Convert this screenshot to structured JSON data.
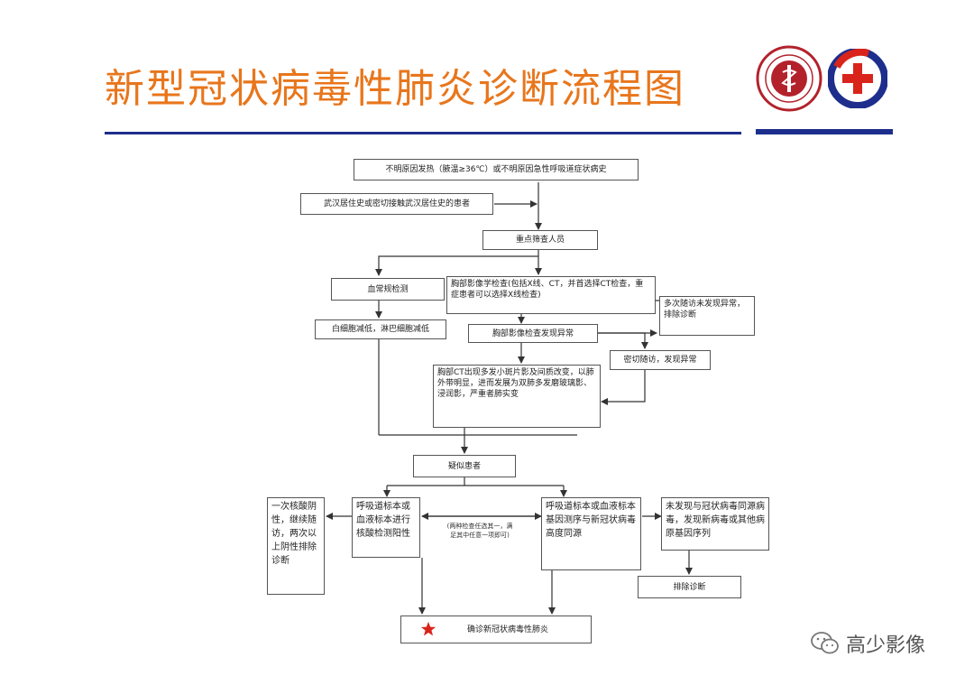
{
  "title": "新型冠状病毒性肺炎诊断流程图",
  "colors": {
    "title": "#e8761c",
    "rule": "#1d2e8c",
    "seal": "#b3222b",
    "mark_red": "#d9241b",
    "mark_blue": "#1d2e8c",
    "star": "#d9241b"
  },
  "logos": {
    "seal": "university-seal-icon",
    "mark": "hospital-mark-icon"
  },
  "flow": {
    "n_fever": "不明原因发热（腋温≥36℃）或不明原因急性呼吸道症状病史",
    "n_history": "武汉居住史或密切接触武汉居住史的患者",
    "n_key": "重点筛查人员",
    "n_blood": "血常规检测",
    "n_imaging": "胸部影像学检查(包括X线、CT，并首选择CT检查，重症患者可以选择X线检查)",
    "n_wbc": "白细胞减低，淋巴细胞减低",
    "n_abnormal": "胸部影像检查发现异常",
    "n_followup": "多次随访未发现异常，排除诊断",
    "n_close": "密切随访，发现异常",
    "n_ct": "胸部CT出现多发小斑片影及间质改变，以肺外带明显，进而发展为双肺多发磨玻璃影、浸润影，严重者肺实变",
    "n_suspect": "疑似患者",
    "n_negative": "一次核酸阴性，继续随访，两次以上阴性排除诊断",
    "n_pcr": "呼吸道标本或血液标本进行核酸检测阳性",
    "n_seq": "呼吸道标本或血液标本基因测序与新冠状病毒高度同源",
    "n_other": "未发现与冠状病毒同源病毒，发现新病毒或其他病原基因序列",
    "n_confirm": "确诊新冠状病毒性肺炎",
    "n_exclude": "排除诊断",
    "note_either": "(两种检查任选其一，满足其中任意一项即可)"
  },
  "watermark": {
    "text": "高少影像",
    "icon": "wechat-icon"
  }
}
